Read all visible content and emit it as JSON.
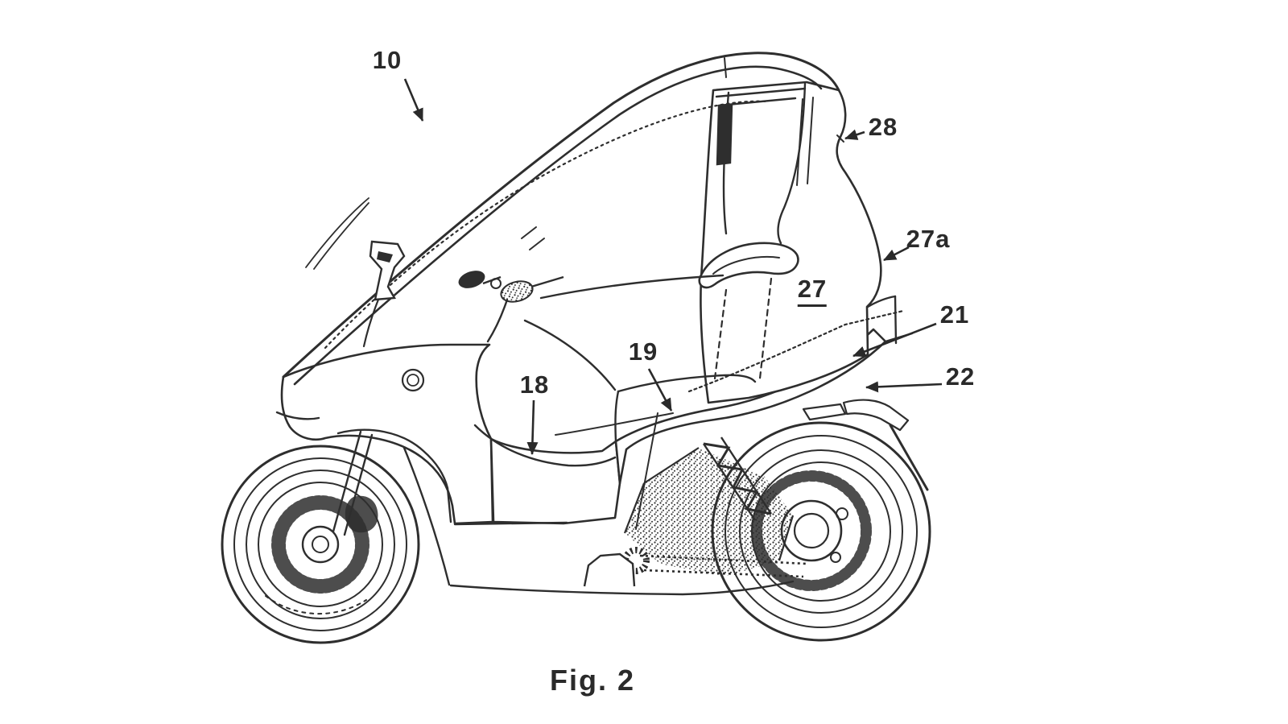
{
  "page": {
    "background": "#ffffff",
    "ink_color": "#2e2e2e",
    "drawing_subject": "roofed-scooter-side-view-patent-drawing"
  },
  "figure": {
    "caption": "Fig. 2"
  },
  "labels": {
    "l10": "10",
    "l18": "18",
    "l19": "19",
    "l21": "21",
    "l22": "22",
    "l27": "27",
    "l27a": "27a",
    "l28": "28"
  }
}
